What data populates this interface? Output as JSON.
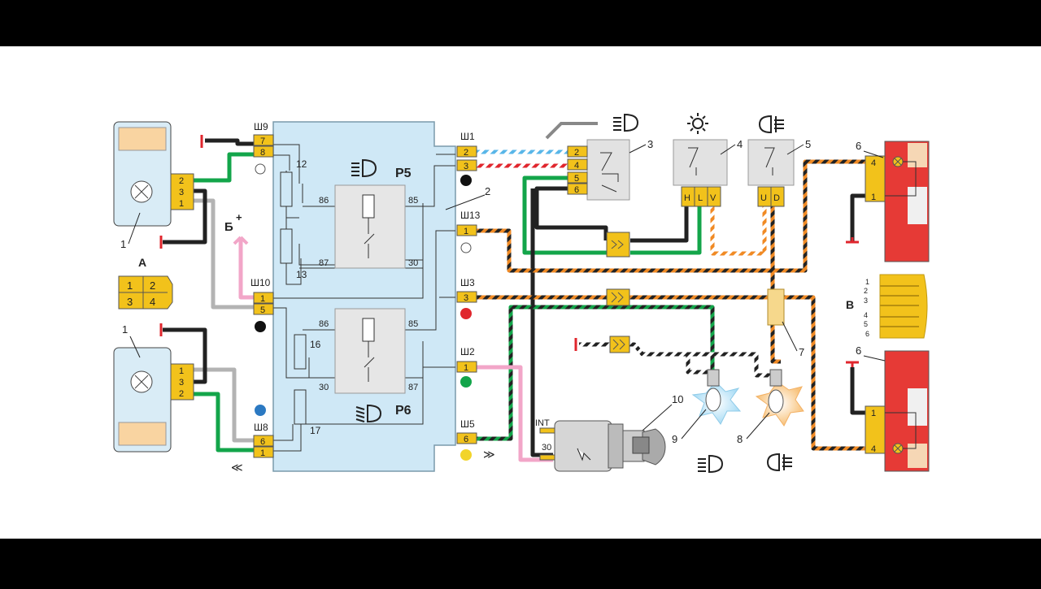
{
  "blocks": {
    "sh9": "Ш9",
    "sh10": "Ш10",
    "sh8": "Ш8",
    "sh1": "Ш1",
    "sh13": "Ш13",
    "sh3": "Ш3",
    "sh2": "Ш2",
    "sh5": "Ш5"
  },
  "pins": {
    "sh9_a": "7",
    "sh9_b": "8",
    "sh10_a": "1",
    "sh10_b": "5",
    "sh8_a": "6",
    "sh8_b": "1",
    "sh1_a": "2",
    "sh1_b": "3",
    "sh13_a": "1",
    "sh3_a": "3",
    "sh2_a": "1",
    "sh5_a": "6",
    "hl1_a": "2",
    "hl1_b": "3",
    "hl1_c": "1",
    "hl2_a": "1",
    "hl2_b": "3",
    "hl2_c": "2",
    "sw3_a": "2",
    "sw3_b": "4",
    "sw3_c": "5",
    "sw3_d": "6",
    "sw4_h": "H",
    "sw4_l": "L",
    "sw4_v": "V",
    "sw5_u": "U",
    "sw5_d": "D",
    "tl_top_a": "4",
    "tl_top_b": "1",
    "tl_bot_a": "1",
    "tl_bot_b": "4"
  },
  "relays": {
    "p5": "P5",
    "p6": "P6",
    "p5_86": "86",
    "p5_85": "85",
    "p5_87": "87",
    "p5_30": "30",
    "p6_86": "86",
    "p6_85": "85",
    "p6_30": "30",
    "p6_87": "87"
  },
  "fuses": {
    "f12": "12",
    "f13": "13",
    "f16": "16",
    "f17": "17"
  },
  "callouts": {
    "c1a": "1",
    "c1b": "1",
    "c2": "2",
    "c3": "3",
    "c4": "4",
    "c5": "5",
    "c6a": "6",
    "c6b": "6",
    "c7": "7",
    "c8": "8",
    "c9": "9",
    "c10": "10"
  },
  "labels": {
    "A": "А",
    "B_plus": "Б",
    "plus": "+",
    "V": "В",
    "int": "INT",
    "t30": "30"
  },
  "connector_a": [
    "1",
    "2",
    "3",
    "4"
  ],
  "connector_v": [
    "1",
    "2",
    "3",
    "4",
    "5",
    "6"
  ],
  "colors": {
    "yellow": "#f2c21b",
    "blue_panel": "#cfe8f6",
    "green": "#13a54a",
    "orange": "#f08a24",
    "pink": "#f2a6c8",
    "gray": "#b3b3b3",
    "red": "#e0262d",
    "light_blue": "#58b6e8"
  },
  "icons": [
    "low-beam-icon",
    "sun-light-icon",
    "rear-fog-icon",
    "ignition-switch-icon",
    "ground-icon"
  ]
}
